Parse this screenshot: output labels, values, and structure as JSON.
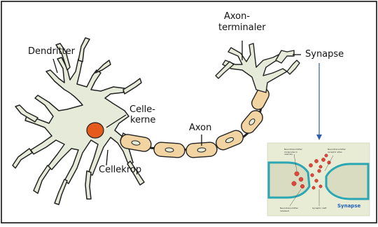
{
  "labels": {
    "dendrites": "Dendritter",
    "nucleus_line1": "Celle-",
    "nucleus_line2": "kerne",
    "axon": "Axon",
    "cell_body": "Cellekrop",
    "axon_terminals_line1": "Axon-",
    "axon_terminals_line2": "terminaler",
    "synapse": "Synapse"
  },
  "inset": {
    "caption": "Synapse",
    "tiny_labels": {
      "vesicles": "Neurotransmitter molecules in vesicles",
      "receptors": "Neurotransmitter receptor sites",
      "released": "Neurotransmitter released",
      "cleft": "Synaptic cleft"
    }
  },
  "colors": {
    "cell_fill": "#e6ead8",
    "outline": "#222222",
    "nucleus": "#e65a1c",
    "myelin": "#f2d4a2",
    "arrow": "#2f5fa8",
    "inset_bg": "#e9ecd4",
    "inset_teal": "#2aa6b5",
    "vesicle": "#e0463c",
    "inset_caption": "#1f5fbf"
  }
}
